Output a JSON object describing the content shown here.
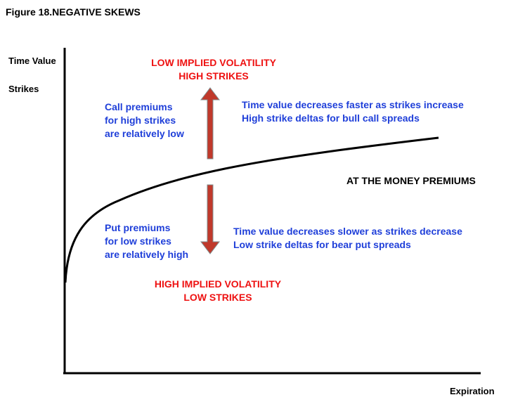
{
  "figure": {
    "title": "Figure 18.NEGATIVE SKEWS"
  },
  "axes": {
    "y_label_1": "Time Value",
    "y_label_2": "Strikes",
    "x_label": "Expiration"
  },
  "annotations": {
    "top_red_line1": "LOW IMPLIED VOLATILITY",
    "top_red_line2": "HIGH STRIKES",
    "bottom_red_line1": "HIGH IMPLIED VOLATILITY",
    "bottom_red_line2": "LOW STRIKES",
    "call_line1": "Call premiums",
    "call_line2": "for high strikes",
    "call_line3": "are relatively low",
    "put_line1": "Put premiums",
    "put_line2": "for low strikes",
    "put_line3": "are relatively high",
    "upper_right_line1": "Time value decreases faster as strikes increase",
    "upper_right_line2": "High strike deltas for bull call spreads",
    "lower_right_line1": "Time value decreases slower as strikes decrease",
    "lower_right_line2": "Low strike deltas for bear put spreads",
    "curve_label": "AT THE MONEY PREMIUMS"
  },
  "colors": {
    "red": "#ee1111",
    "blue": "#1f3fd9",
    "arrow_fill": "#c0392b",
    "arrow_stroke": "#7f8c8d"
  }
}
